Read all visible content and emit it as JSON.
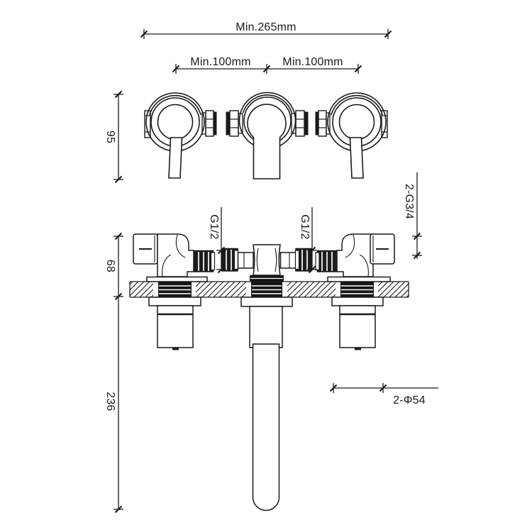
{
  "page": {
    "background": "#ffffff",
    "line_color": "#1a1a1a"
  },
  "labels": {
    "overall_min_width": "Min.265mm",
    "left_spacing": "Min.100mm",
    "right_spacing": "Min.100mm",
    "trim_height": "95",
    "body_projection": "68",
    "spout_drop": "236",
    "outlet_threads": "2-G3/4",
    "inlet_thread_left": "G1/2",
    "inlet_thread_right": "G1/2",
    "flange_diameter": "2-Φ54"
  }
}
